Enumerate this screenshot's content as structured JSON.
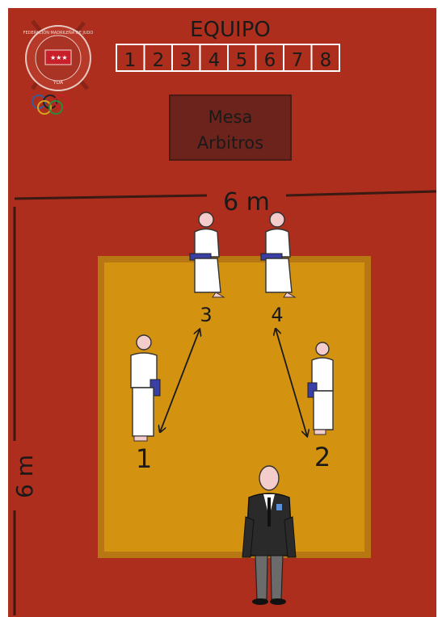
{
  "header": {
    "title": "EQUIPO",
    "numbers": [
      "1",
      "2",
      "3",
      "4",
      "5",
      "6",
      "7",
      "8"
    ]
  },
  "logo": {
    "ring_text": "FEDERACIÓN MADRILEÑA DE JUDO",
    "bottom_text": "YDA",
    "icon": "federation-seal-with-olympic-rings"
  },
  "table": {
    "line1": "Mesa",
    "line2": "Arbitros"
  },
  "dimensions": {
    "top": "6 m",
    "left": "6 m"
  },
  "positions": {
    "p1": "1",
    "p2": "2",
    "p3": "3",
    "p4": "4"
  },
  "colors": {
    "background": "#ad2e1d",
    "mat": "#d49211",
    "mat_border": "#b77712",
    "table": "#6b231b",
    "belt": "#3a3fa8",
    "gi": "#ffffff",
    "skin": "#f4cccc",
    "suit": "#2a2a2a"
  }
}
